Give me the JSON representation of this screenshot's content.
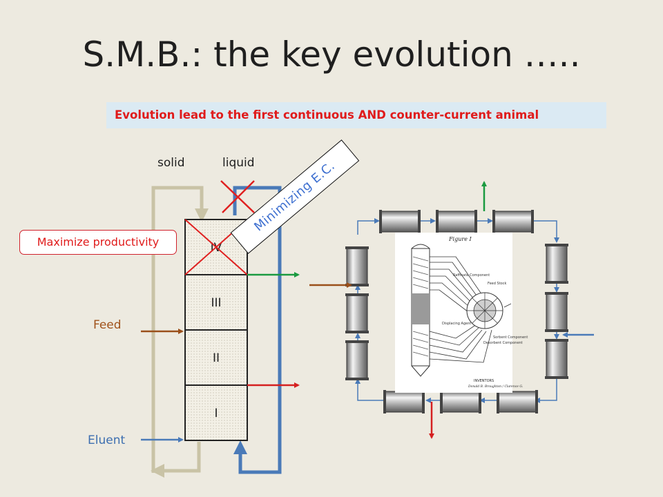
{
  "title": "S.M.B.: the key evolution …..",
  "banner": "Evolution lead to the first continuous AND counter-current animal",
  "labels": {
    "solid": "solid",
    "liquid": "liquid",
    "feed": "Feed",
    "eluent": "Eluent"
  },
  "callouts": {
    "maximize": "Maximize productivity",
    "minimizing": "Minimizing E.C."
  },
  "zones": [
    "IV",
    "III",
    "II",
    "I"
  ],
  "patent_figure": {
    "caption": "Figure I",
    "inventors": "INVENTORS",
    "names": "Donald B. Broughton / Clarence G.",
    "labels": [
      "Raffinate Component",
      "Feed Stock",
      "Desorbent Component",
      "Displacing Agent",
      "Sorbent Component"
    ]
  },
  "colors": {
    "solid_flow": "#c9c3a6",
    "liquid_flow": "#4a7ab8",
    "feed_arrow": "#9a4f1a",
    "raffinate_arrow": "#d52020",
    "extract_arrow": "#1a9a40",
    "cross": "#e02020",
    "banner_bg": "#dbeaf3",
    "banner_text": "#e01b1b"
  }
}
